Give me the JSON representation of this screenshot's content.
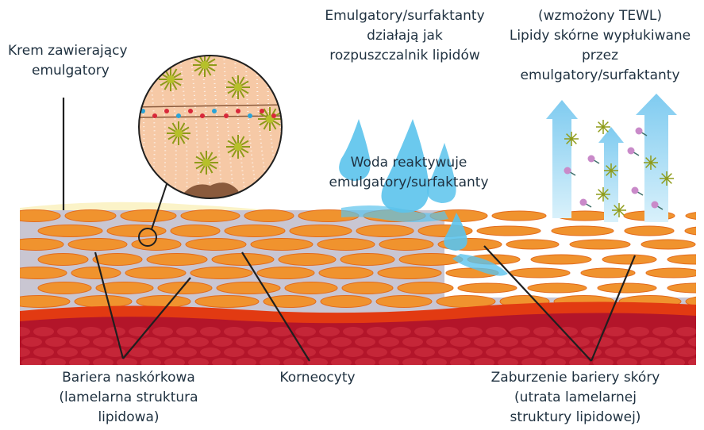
{
  "labels": {
    "cream": [
      "Krem zawierający",
      "emulgatory"
    ],
    "solvent": [
      "Emulgatory/surfaktanty",
      "działają jak",
      "rozpuszczalnik lipidów"
    ],
    "tewl": [
      "(wzmożony TEWL)",
      "Lipidy skórne wypłukiwane",
      "przez",
      "emulgatory/surfaktanty"
    ],
    "water": [
      "Woda reaktywuje",
      "emulgatory/surfaktanty"
    ],
    "barrier": [
      "Bariera naskórkowa",
      "(lamelarna struktura",
      "lipidowa)"
    ],
    "corneocytes": [
      "Korneocyty"
    ],
    "disruption": [
      "Zaburzenie bariery skóry",
      "(utrata lamelarnej",
      "struktury lipidowej)"
    ]
  },
  "colors": {
    "corneocyte": "#f0932e",
    "corneocyte_edge": "#e26a1c",
    "lipid_gap": "#c9c6d2",
    "dermis": "#b3152a",
    "dermis_cell": "#c92a3c",
    "junction": "#e23a12",
    "cream": "#fbf3c8",
    "water": "#5bc3ec",
    "arrow": "#9fd8f3",
    "micelle": "#8e9b18",
    "text": "#1f3140"
  }
}
